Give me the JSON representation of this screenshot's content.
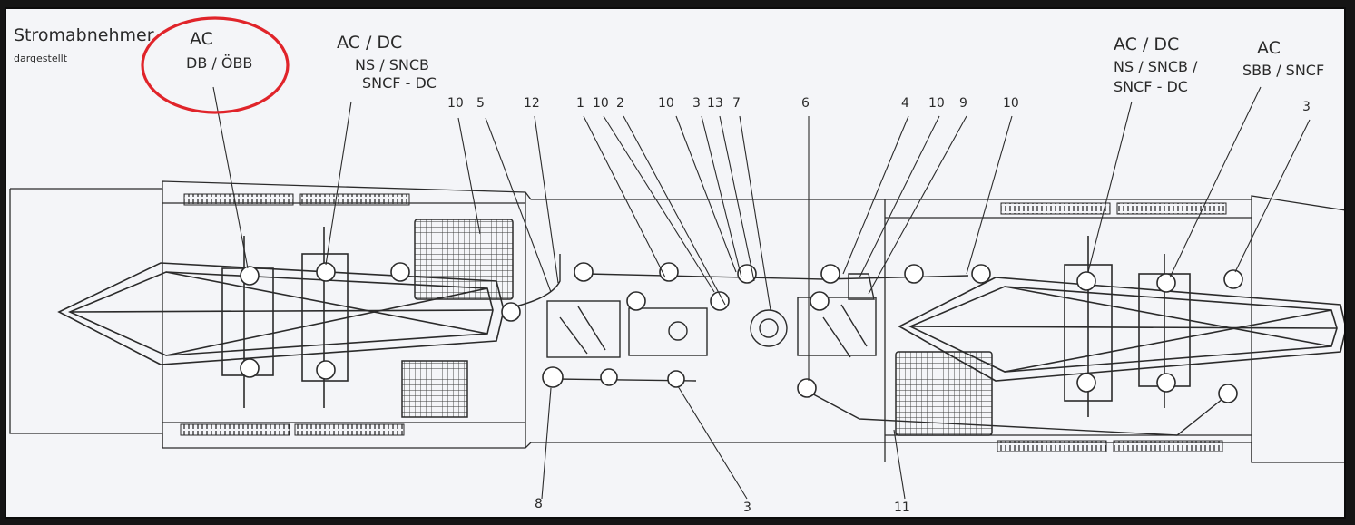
{
  "header": {
    "title": "Stromabnehmer",
    "subtitle": "dargestellt"
  },
  "pantographs": [
    {
      "system": "AC",
      "operators": "DB / ÖBB",
      "highlighted": true
    },
    {
      "system": "AC / DC",
      "operators_line1": "NS / SNCB",
      "operators_line2": "SNCF - DC"
    },
    {
      "system": "AC / DC",
      "operators_line1": "NS / SNCB /",
      "operators_line2": "SNCF - DC"
    },
    {
      "system": "AC",
      "operators": "SBB / SNCF"
    }
  ],
  "callouts_top": [
    "10",
    "5",
    "12",
    "1",
    "10",
    "2",
    "10",
    "3",
    "13",
    "7",
    "6",
    "4",
    "10",
    "9",
    "10",
    "3"
  ],
  "callouts_bottom": [
    "8",
    "3",
    "11"
  ],
  "colors": {
    "highlight": "#e0242a",
    "ink": "#2b2b2b",
    "paper": "#f4f5f8"
  }
}
